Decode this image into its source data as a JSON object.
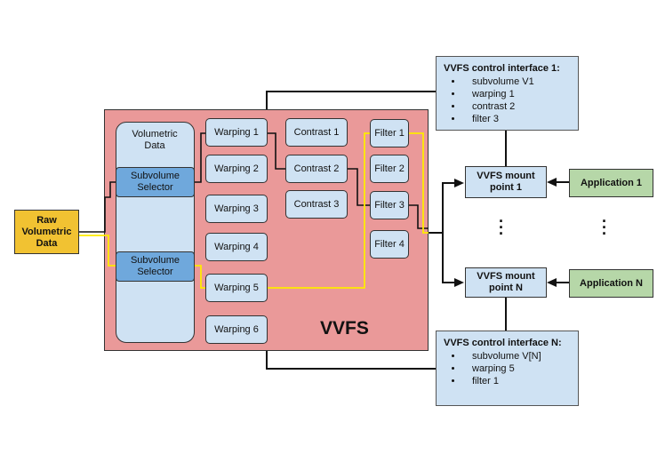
{
  "raw_data": {
    "label": "Raw Volumetric Data"
  },
  "volumetric": {
    "title": "Volumetric Data",
    "selectors": [
      "Subvolume Selector",
      "Subvolume Selector"
    ]
  },
  "warping": [
    "Warping 1",
    "Warping 2",
    "Warping 3",
    "Warping 4",
    "Warping 5",
    "Warping 6"
  ],
  "contrast": [
    "Contrast 1",
    "Contrast 2",
    "Contrast 3"
  ],
  "filters": [
    "Filter 1",
    "Filter 2",
    "Filter 3",
    "Filter 4"
  ],
  "vvfs_label": "VVFS",
  "mount_points": [
    "VVFS mount point 1",
    "VVFS mount point N"
  ],
  "applications": [
    "Application 1",
    "Application N"
  ],
  "control_interfaces": [
    {
      "title": "VVFS control interface 1:",
      "items": [
        "subvolume V1",
        "warping 1",
        "contrast 2",
        "filter 3"
      ]
    },
    {
      "title": "VVFS control interface N:",
      "items": [
        "subvolume V[N]",
        "warping 5",
        "filter 1"
      ]
    }
  ],
  "colors": {
    "vvfs_panel": "#ea9999",
    "light_box": "#cfe2f3",
    "selector": "#6fa8dc",
    "raw_data": "#f1c232",
    "application": "#b6d7a8",
    "path_1": "#000000",
    "path_n": "#ffeb00"
  }
}
